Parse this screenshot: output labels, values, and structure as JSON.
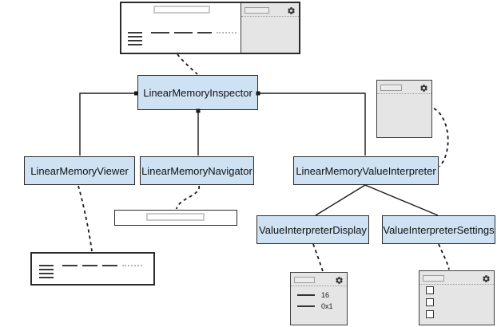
{
  "diagram": {
    "nodes": {
      "inspector": {
        "label": "LinearMemoryInspector"
      },
      "viewer": {
        "label": "LinearMemoryViewer"
      },
      "navigator": {
        "label": "LinearMemoryNavigator"
      },
      "interpreter": {
        "label": "LinearMemoryValueInterpreter"
      },
      "display": {
        "label": "ValueInterpreterDisplay"
      },
      "settings": {
        "label": "ValueInterpreterSettings"
      }
    },
    "mockups": {
      "display_panel": {
        "rows": [
          "16",
          "0x1"
        ]
      },
      "settings_panel": {
        "checkbox_count": 3
      }
    },
    "icons": {
      "gear": "gear-icon",
      "menu": "hamburger-lines-icon",
      "checkbox": "checkbox-square-icon"
    },
    "colors": {
      "node_fill": "#cfe2f3",
      "node_border": "#2b2b2b",
      "window_fill": "#e5e5e5",
      "window_border": "#3f3f3f",
      "connector": "#1a1a1a",
      "background": "#ffffff"
    }
  }
}
